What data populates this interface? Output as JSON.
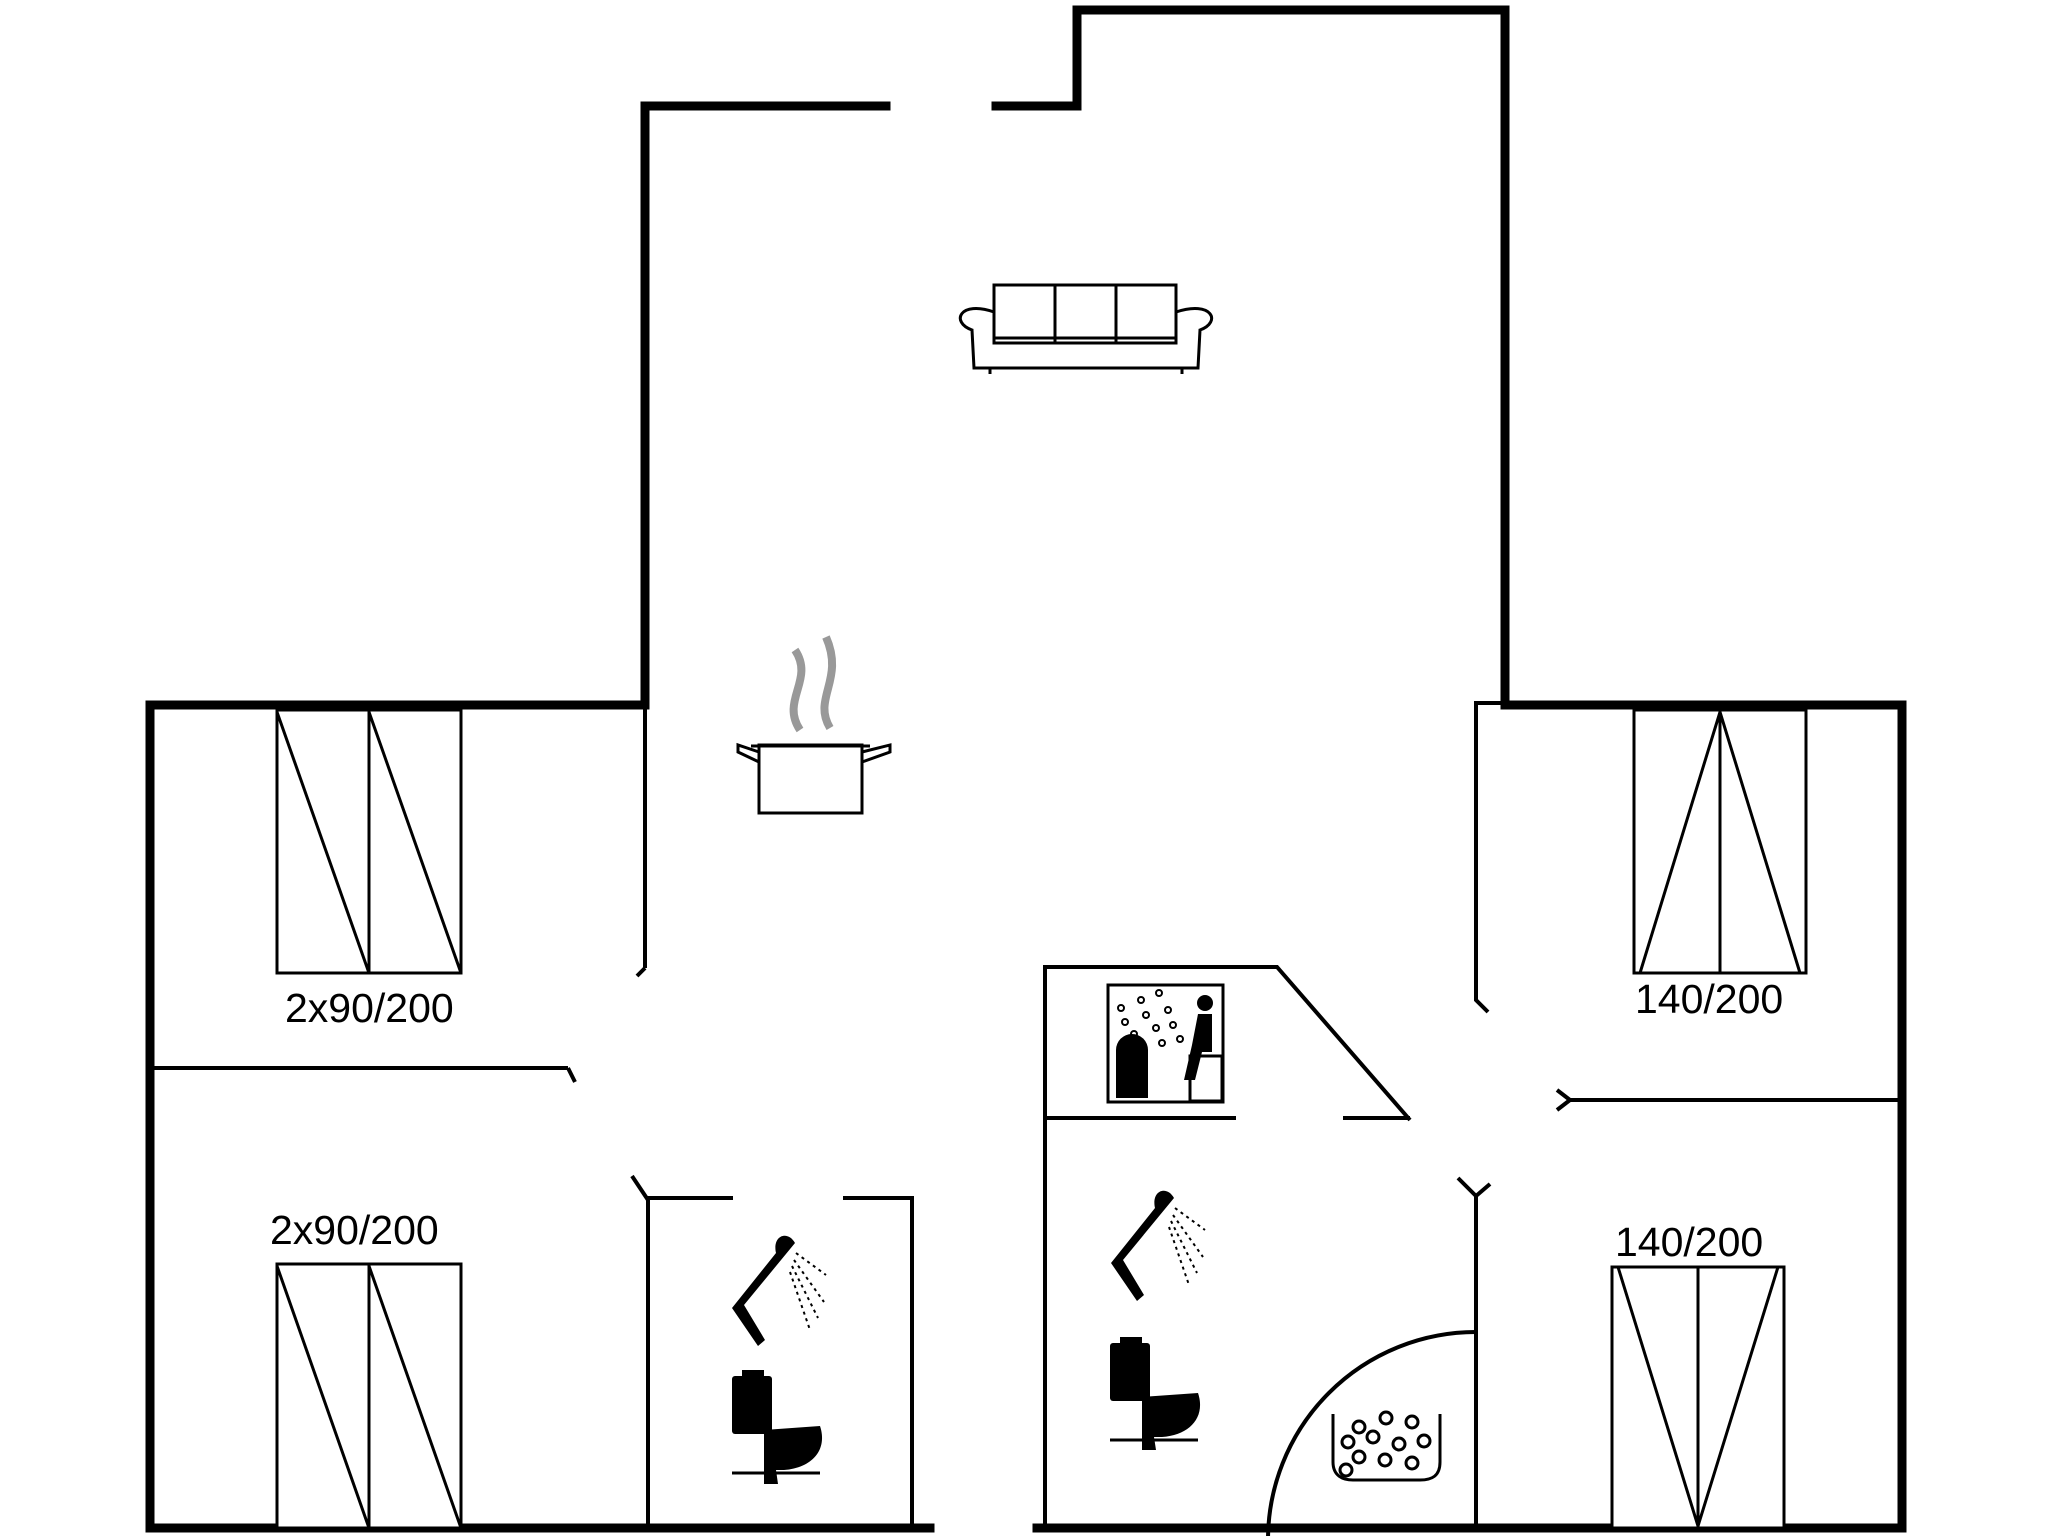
{
  "bed_labels": {
    "top_left": "2x90/200",
    "bottom_left": "2x90/200",
    "top_right": "140/200",
    "bottom_right": "140/200"
  },
  "icons": [
    "sofa-icon",
    "cooking-pot-icon",
    "sauna-icon",
    "shower-icon",
    "toilet-icon",
    "whirlpool-icon"
  ],
  "colors": {
    "walls": "#000000",
    "background": "#ffffff",
    "steam": "#999999"
  }
}
